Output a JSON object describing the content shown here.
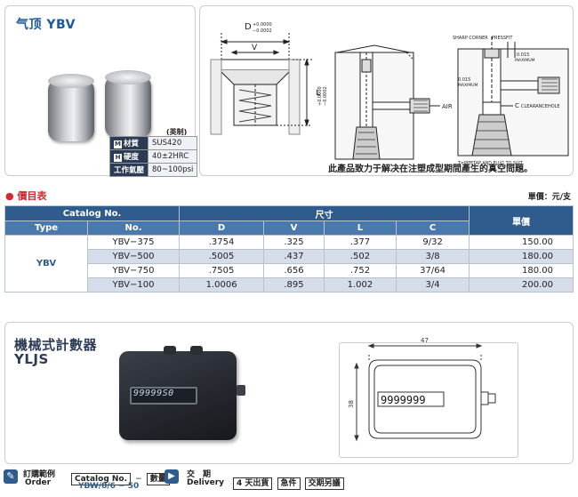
{
  "product": {
    "title": "气顶 YBV",
    "spec_note": "(英制)",
    "specs": [
      {
        "badge": "M",
        "key": "材質",
        "value": "SUS420"
      },
      {
        "badge": "H",
        "key": "硬度",
        "value": "40±2HRC"
      },
      {
        "badge": "",
        "key": "工作氣壓",
        "value": "80~100psi"
      }
    ]
  },
  "diagram": {
    "dim_d": "D",
    "dim_d_tol_plus": "+0.0000",
    "dim_d_tol_minus": "−0.0002",
    "dim_v": "V",
    "dim_l": "L",
    "dim_l_tol_plus": "+0.0000",
    "dim_l_tol_minus": "−0.0002",
    "label_air": "AIR",
    "label_sharp_corner": "SHARP CORNER",
    "label_press_fit": "PRESSFIT",
    "label_0015_max_top": "0.015",
    "label_max_top": "MAXIMUM",
    "label_0015_max_side": "0.015",
    "label_max_side": "MAXIMUM",
    "label_c": "C",
    "label_clearance": "CLEARANCEHOLE",
    "label_tapfit": "T=PIPETAP AND PLUG TO SUIT",
    "caption": "此產品致力于解决在注塑成型期間產生的真空問題。"
  },
  "price": {
    "section_title": "價目表",
    "unit": "單價：元/支",
    "headers": {
      "catalog": "Catalog No.",
      "dims": "尺寸",
      "price": "單價",
      "type": "Type",
      "no": "No.",
      "d": "D",
      "v": "V",
      "l": "L",
      "c": "C"
    },
    "type_value": "YBV",
    "rows": [
      {
        "no": "YBV−375",
        "d": ".3754",
        "v": ".325",
        "l": ".377",
        "c": "9/32",
        "price": "150.00"
      },
      {
        "no": "YBV−500",
        "d": ".5005",
        "v": ".437",
        "l": ".502",
        "c": "3/8",
        "price": "180.00"
      },
      {
        "no": "YBV−750",
        "d": ".7505",
        "v": ".656",
        "l": ".752",
        "c": "37/64",
        "price": "180.00"
      },
      {
        "no": "YBV−100",
        "d": "1.0006",
        "v": ".895",
        "l": "1.002",
        "c": "3/4",
        "price": "200.00"
      }
    ]
  },
  "counter": {
    "title_cn": "機械式計數器",
    "title_en": "YLJS",
    "device_digits": "99999S0",
    "drawing_digits": "9999999",
    "dim_width": "47",
    "dim_height": "38"
  },
  "footer": {
    "order_cn": "訂購範例",
    "order_en": "Order",
    "catalog_box": "Catalog No.",
    "dash": "−",
    "qty_box": "數量",
    "example": "YBW/8/6  −  50",
    "delivery_cn": "交　期",
    "delivery_en": "Delivery",
    "days_box": "4 天出貨",
    "urgent_box": "急件",
    "separate_box": "交期另議"
  },
  "colors": {
    "accent": "#2f5c8c",
    "title_blue": "#1c5a9c",
    "bullet_red": "#d6262f"
  }
}
